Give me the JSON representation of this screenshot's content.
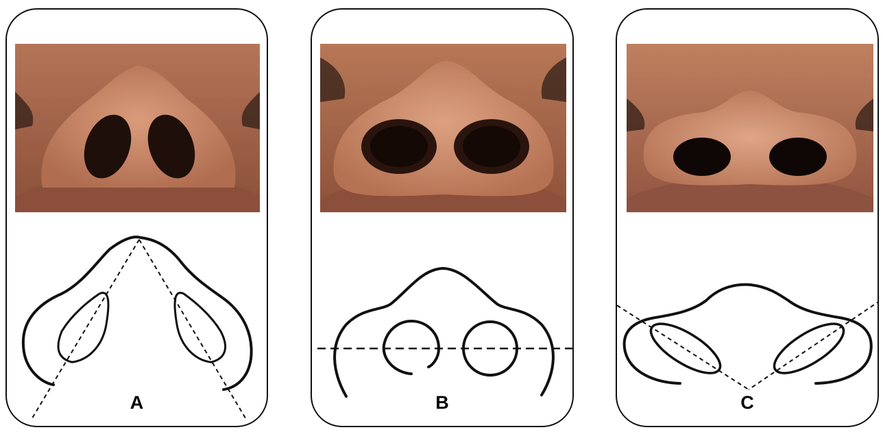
{
  "panels": [
    {
      "id": "A",
      "label": "A",
      "description_icon": "nostril-triangular-diagram"
    },
    {
      "id": "B",
      "label": "B",
      "description_icon": "nostril-round-diagram"
    },
    {
      "id": "C",
      "label": "C",
      "description_icon": "nostril-horizontal-oval-diagram"
    }
  ],
  "colors": {
    "skin_light": "#c98a6a",
    "skin_mid": "#a86a4e",
    "skin_dark": "#6e3b2a",
    "nostril": "#1e0f0b",
    "line": "#111111"
  }
}
